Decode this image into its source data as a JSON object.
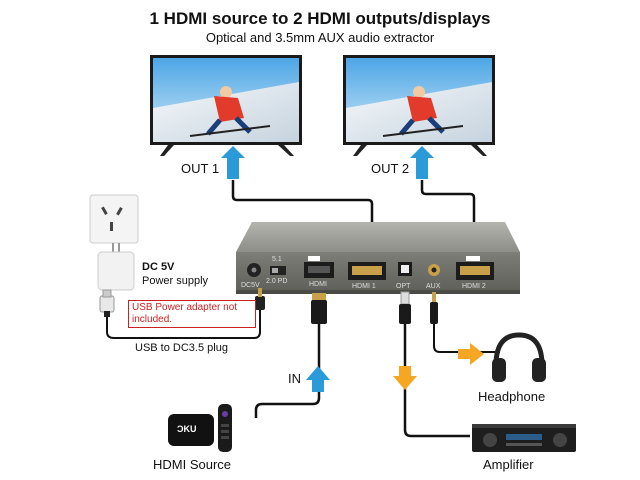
{
  "header": {
    "title": "1 HDMI source to 2 HDMI outputs/displays",
    "subtitle": "Optical and 3.5mm AUX audio extractor"
  },
  "labels": {
    "out1": "OUT 1",
    "out2": "OUT 2",
    "in": "IN",
    "hdmi_source": "HDMI Source",
    "headphone": "Headphone",
    "amplifier": "Amplifier"
  },
  "power": {
    "dc_title": "DC 5V",
    "dc_sub": "Power supply",
    "note": "USB Power adapter not included.",
    "cable": "USB to DC3.5 plug"
  },
  "device_text": {
    "dc5v": "DC5V",
    "switch_top": "5.1",
    "switch_bottom": "2.0  PD",
    "hdmi_in": "HDMI",
    "hdmi1": "HDMI 1",
    "opt": "OPT",
    "aux": "AUX",
    "hdmi2": "HDMI 2",
    "roku": "ƆKU"
  },
  "colors": {
    "arrow_blue": "#2a9ad8",
    "arrow_orange": "#f5a623",
    "device_body": "#8a8a84",
    "note_red": "#cc2222"
  }
}
